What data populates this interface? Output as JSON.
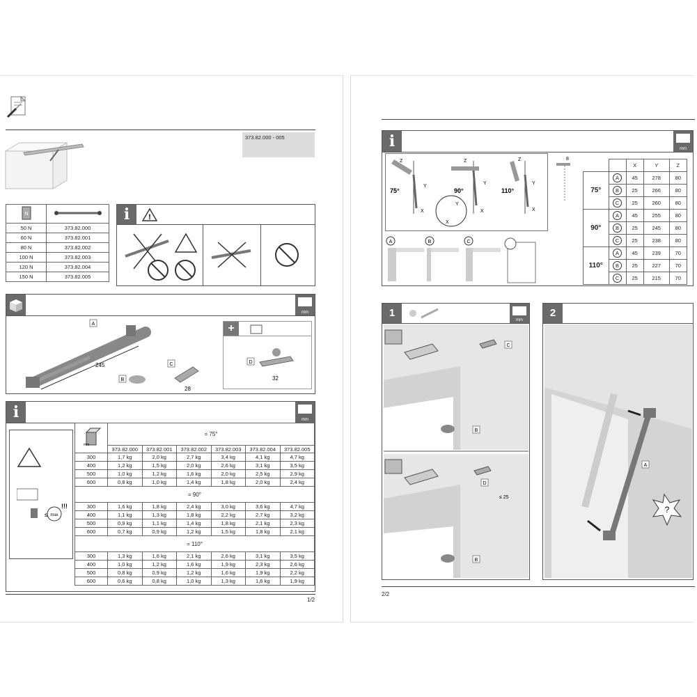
{
  "article_number": "373.82.000 - 005",
  "page_left": "1/2",
  "page_right": "2/2",
  "mm_label": "mm",
  "force_table": {
    "rows": [
      {
        "force": "50 N",
        "article": "373.82.000"
      },
      {
        "force": "60 N",
        "article": "373.82.001"
      },
      {
        "force": "80 N",
        "article": "373.82.002"
      },
      {
        "force": "100 N",
        "article": "373.82.003"
      },
      {
        "force": "120 N",
        "article": "373.82.004"
      },
      {
        "force": "150 N",
        "article": "373.82.005"
      }
    ]
  },
  "parts": {
    "a": "A",
    "b": "B",
    "c": "C",
    "d": "D",
    "dim_245": "245",
    "dim_28": "28",
    "dim_32": "32"
  },
  "load_table": {
    "headers": [
      "373.82.000",
      "373.82.001",
      "373.82.002",
      "373.82.003",
      "373.82.004",
      "373.82.005"
    ],
    "mm": "mm",
    "warning_max": "max",
    "warning_exclaim": "!!!",
    "sections": [
      {
        "angle": "= 75°",
        "rows": [
          [
            "300",
            "1,7 kg",
            "2,0 kg",
            "2,7 kg",
            "3,4 kg",
            "4,1 kg",
            "4,7 kg"
          ],
          [
            "400",
            "1,2 kg",
            "1,5 kg",
            "2,0 kg",
            "2,6 kg",
            "3,1 kg",
            "3,5 kg"
          ],
          [
            "500",
            "1,0 kg",
            "1,2 kg",
            "1,6 kg",
            "2,0 kg",
            "2,5 kg",
            "2,9 kg"
          ],
          [
            "600",
            "0,8 kg",
            "1,0 kg",
            "1,4 kg",
            "1,8 kg",
            "2,0 kg",
            "2,4 kg"
          ]
        ]
      },
      {
        "angle": "= 90°",
        "rows": [
          [
            "300",
            "1,6 kg",
            "1,8 kg",
            "2,4 kg",
            "3,0 kg",
            "3,6 kg",
            "4,7 kg"
          ],
          [
            "400",
            "1,1 kg",
            "1,3 kg",
            "1,8 kg",
            "2,2 kg",
            "2,7 kg",
            "3,2 kg"
          ],
          [
            "500",
            "0,9 kg",
            "1,1 kg",
            "1,4 kg",
            "1,8 kg",
            "2,1 kg",
            "2,3 kg"
          ],
          [
            "600",
            "0,7 kg",
            "0,9 kg",
            "1,2 kg",
            "1,5 kg",
            "1,8 kg",
            "2,1 kg"
          ]
        ]
      },
      {
        "angle": "= 110°",
        "rows": [
          [
            "300",
            "1,3 kg",
            "1,6 kg",
            "2,1 kg",
            "2,6 kg",
            "3,1 kg",
            "3,5 kg"
          ],
          [
            "400",
            "1,0 kg",
            "1,2 kg",
            "1,6 kg",
            "1,9 kg",
            "2,3 kg",
            "2,6 kg"
          ],
          [
            "500",
            "0,8 kg",
            "0,9 kg",
            "1,2 kg",
            "1,6 kg",
            "1,9 kg",
            "2,2 kg"
          ],
          [
            "600",
            "0,6 kg",
            "0,8 kg",
            "1,0 kg",
            "1,3 kg",
            "1,6 kg",
            "1,9 kg"
          ]
        ]
      }
    ]
  },
  "geometry_panel": {
    "angles": [
      "75°",
      "90°",
      "110°"
    ],
    "axis_x": "X",
    "axis_y": "Y",
    "axis_z": "Z",
    "variants": [
      "A",
      "B",
      "C"
    ],
    "dim_8": "8"
  },
  "xyz_table": {
    "headers": [
      "X",
      "Y",
      "Z"
    ],
    "groups": [
      {
        "angle": "75°",
        "rows": [
          {
            "v": "A",
            "x": "45",
            "y": "278",
            "z": "80"
          },
          {
            "v": "B",
            "x": "25",
            "y": "266",
            "z": "80"
          },
          {
            "v": "C",
            "x": "25",
            "y": "260",
            "z": "80"
          }
        ]
      },
      {
        "angle": "90°",
        "rows": [
          {
            "v": "A",
            "x": "45",
            "y": "255",
            "z": "80"
          },
          {
            "v": "B",
            "x": "25",
            "y": "245",
            "z": "80"
          },
          {
            "v": "C",
            "x": "25",
            "y": "238",
            "z": "80"
          }
        ]
      },
      {
        "angle": "110°",
        "rows": [
          {
            "v": "A",
            "x": "45",
            "y": "239",
            "z": "70"
          },
          {
            "v": "B",
            "x": "25",
            "y": "227",
            "z": "70"
          },
          {
            "v": "C",
            "x": "25",
            "y": "215",
            "z": "70"
          }
        ]
      }
    ]
  },
  "steps": {
    "step1": "1",
    "step2": "2",
    "label_b": "B",
    "label_c": "C",
    "label_d": "D",
    "label_a": "A",
    "dim_25": "≤ 25",
    "question": "?"
  }
}
